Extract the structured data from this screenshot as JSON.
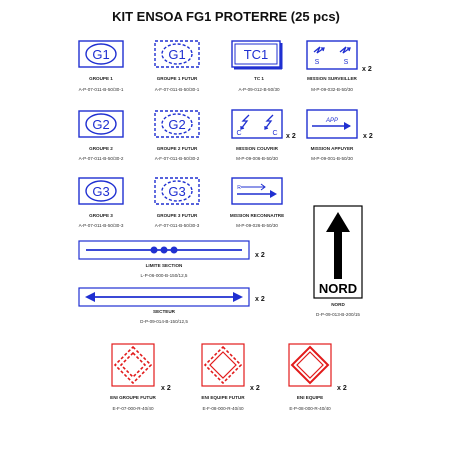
{
  "title": "KIT ENSOA FG1 PROTERRE (25 pcs)",
  "colors": {
    "blue": "#1f2fd1",
    "red": "#e21b1b",
    "black": "#000000"
  },
  "symbols": [
    {
      "id": "g1",
      "glyph": "G1",
      "label": "GROUPE 1",
      "ref": "A-P-07-011-B-50/30-1"
    },
    {
      "id": "g1f",
      "glyph": "G1",
      "label": "GROUPE 1 FUTUR",
      "ref": "A-F-07-011-B-50/30-1"
    },
    {
      "id": "tc1",
      "glyph": "TC1",
      "label": "TC 1",
      "ref": "A-P-09-012-B-50/30"
    },
    {
      "id": "surv",
      "glyph_s1": "S",
      "glyph_s2": "S",
      "label": "MISSION SURVEILLER",
      "ref": "M-P-09-032-B-50/30",
      "mult": "x 2"
    },
    {
      "id": "g2",
      "glyph": "G2",
      "label": "GROUPE 2",
      "ref": "A-P-07-011-B-50/30-2"
    },
    {
      "id": "g2f",
      "glyph": "G2",
      "label": "GROUPE 2 FUTUR",
      "ref": "A-F-07-011-B-50/30-2"
    },
    {
      "id": "couv",
      "glyph_c1": "C",
      "glyph_c2": "C",
      "label": "MISSION COUVRIR",
      "ref": "M-P-09-006-B-50/30",
      "mult": "x 2"
    },
    {
      "id": "app",
      "glyph": "APP",
      "label": "MISSION APPUYER",
      "ref": "M-P-09-001-B-50/30",
      "mult": "x 2"
    },
    {
      "id": "g3",
      "glyph": "G3",
      "label": "GROUPE 3",
      "ref": "A-P-07-011-B-50/30-3"
    },
    {
      "id": "g3f",
      "glyph": "G3",
      "label": "GROUPE 3 FUTUR",
      "ref": "A-F-07-011-B-50/30-3"
    },
    {
      "id": "recon",
      "glyph": "R",
      "label": "MISSION RECONNAITRE",
      "ref": "M-P-09-026-B-50/30"
    },
    {
      "id": "nord",
      "glyph": "NORD",
      "label": "NORD",
      "ref": "D-P-09-013-B-200/15"
    },
    {
      "id": "limite",
      "label": "LIMITE SECTION",
      "ref": "L-P-06-000-B-150/12,5",
      "mult": "x 2"
    },
    {
      "id": "secteur",
      "label": "SECTEUR",
      "ref": "D-P-09-014-B-150/12,5",
      "mult": "x 2"
    },
    {
      "id": "eni_gf",
      "label": "ENI GROUPE FUTUR",
      "ref": "E-F-07-000-R-40/40",
      "mult": "x 2"
    },
    {
      "id": "eni_ef",
      "label": "ENI EQUIPE FUTUR",
      "ref": "E-F-08-000-R-40/40",
      "mult": "x 2"
    },
    {
      "id": "eni_e",
      "label": "ENI EQUIPE",
      "ref": "E-P-08-000-R-40/40",
      "mult": "x 2"
    }
  ]
}
